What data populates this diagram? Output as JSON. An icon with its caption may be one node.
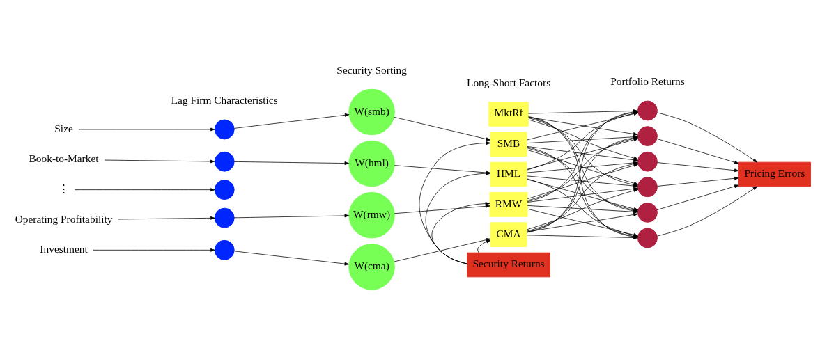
{
  "diagram": {
    "nodes": [
      {
        "text": [
          "Size"
        ]
      },
      {
        "text": [
          "Book-to-Market"
        ]
      },
      {
        "text": [
          "⋮"
        ]
      },
      {
        "text": [
          "Operating Profitability"
        ]
      },
      {
        "text": [
          "Investment"
        ]
      },
      {
        "text": [],
        "shape": "circle"
      },
      {
        "text": [],
        "shape": "circle"
      },
      {
        "text": [],
        "shape": "circle"
      },
      {
        "text": [],
        "shape": "circle"
      },
      {
        "text": [],
        "shape": "circle"
      },
      {
        "text": [
          "W(smb)"
        ]
      },
      {
        "text": [
          "W(hml)"
        ]
      },
      {
        "text": [
          "W(rmw)"
        ]
      },
      {
        "text": [
          "W(cma)"
        ]
      },
      {
        "text": [
          "MktRf"
        ]
      },
      {
        "text": [
          "SMB"
        ]
      },
      {
        "text": [
          "HML"
        ]
      },
      {
        "text": [
          "RMW"
        ]
      },
      {
        "text": [
          "CMA"
        ]
      },
      {
        "text": [],
        "shape": "circle"
      },
      {
        "text": [],
        "shape": "circle"
      },
      {
        "text": [],
        "shape": "circle"
      },
      {
        "text": [],
        "shape": "circle"
      },
      {
        "text": [],
        "shape": "circle"
      },
      {
        "text": [],
        "shape": "circle"
      },
      {
        "text": [
          "Pricing Errors"
        ]
      },
      {
        "text": [
          "Security Returns"
        ]
      }
    ],
    "edges": [
      {
        "from": 0,
        "to": 5,
        "arrow": "to"
      },
      {
        "from": 1,
        "to": 6,
        "arrow": "to"
      },
      {
        "from": 2,
        "to": 7,
        "arrow": "to"
      },
      {
        "from": 3,
        "to": 8,
        "arrow": "to"
      },
      {
        "from": 4,
        "to": 9,
        "arrow": "to"
      },
      {
        "from": 5,
        "to": 10,
        "arrow": "to"
      },
      {
        "from": 6,
        "to": 11,
        "arrow": "to"
      },
      {
        "from": 8,
        "to": 12,
        "arrow": "to"
      },
      {
        "from": 9,
        "to": 13,
        "arrow": "to"
      },
      {
        "from": 10,
        "to": 15,
        "arrow": "to"
      },
      {
        "from": 11,
        "to": 16,
        "arrow": "to"
      },
      {
        "from": 12,
        "to": 17,
        "arrow": "to"
      },
      {
        "from": 13,
        "to": 18,
        "arrow": "to"
      },
      {
        "from": 26,
        "to": 15,
        "arrow": "to"
      },
      {
        "from": 26,
        "to": 16,
        "arrow": "to"
      },
      {
        "from": 26,
        "to": 17,
        "arrow": "to"
      },
      {
        "from": 26,
        "to": 18,
        "arrow": "to"
      },
      {
        "from": 14,
        "to": 19,
        "arrow": "to"
      },
      {
        "from": 14,
        "to": 20,
        "arrow": "to"
      },
      {
        "from": 14,
        "to": 21,
        "arrow": "to"
      },
      {
        "from": 14,
        "to": 22,
        "arrow": "to"
      },
      {
        "from": 14,
        "to": 23,
        "arrow": "to"
      },
      {
        "from": 14,
        "to": 24,
        "arrow": "to"
      },
      {
        "from": 15,
        "to": 19,
        "arrow": "to"
      },
      {
        "from": 15,
        "to": 20,
        "arrow": "to"
      },
      {
        "from": 15,
        "to": 21,
        "arrow": "to"
      },
      {
        "from": 15,
        "to": 22,
        "arrow": "to"
      },
      {
        "from": 15,
        "to": 23,
        "arrow": "to"
      },
      {
        "from": 15,
        "to": 24,
        "arrow": "to"
      },
      {
        "from": 16,
        "to": 19,
        "arrow": "to"
      },
      {
        "from": 16,
        "to": 20,
        "arrow": "to"
      },
      {
        "from": 16,
        "to": 21,
        "arrow": "to"
      },
      {
        "from": 16,
        "to": 22,
        "arrow": "to"
      },
      {
        "from": 16,
        "to": 23,
        "arrow": "to"
      },
      {
        "from": 16,
        "to": 24,
        "arrow": "to"
      },
      {
        "from": 17,
        "to": 19,
        "arrow": "to"
      },
      {
        "from": 17,
        "to": 20,
        "arrow": "to"
      },
      {
        "from": 17,
        "to": 21,
        "arrow": "to"
      },
      {
        "from": 17,
        "to": 22,
        "arrow": "to"
      },
      {
        "from": 17,
        "to": 23,
        "arrow": "to"
      },
      {
        "from": 17,
        "to": 24,
        "arrow": "to"
      },
      {
        "from": 18,
        "to": 19,
        "arrow": "to"
      },
      {
        "from": 18,
        "to": 20,
        "arrow": "to"
      },
      {
        "from": 18,
        "to": 21,
        "arrow": "to"
      },
      {
        "from": 18,
        "to": 22,
        "arrow": "to"
      },
      {
        "from": 18,
        "to": 23,
        "arrow": "to"
      },
      {
        "from": 18,
        "to": 24,
        "arrow": "to"
      },
      {
        "from": 19,
        "to": 25,
        "arrow": "to"
      },
      {
        "from": 20,
        "to": 25,
        "arrow": "to"
      },
      {
        "from": 21,
        "to": 25,
        "arrow": "to"
      },
      {
        "from": 22,
        "to": 25,
        "arrow": "to"
      },
      {
        "from": 23,
        "to": 25,
        "arrow": "to"
      },
      {
        "from": 24,
        "to": 25,
        "arrow": "to"
      }
    ],
    "labels": [
      "Lag Firm Characteristics",
      "Security Sorting",
      "Long-Short Factors",
      "Portfolio Returns"
    ]
  }
}
